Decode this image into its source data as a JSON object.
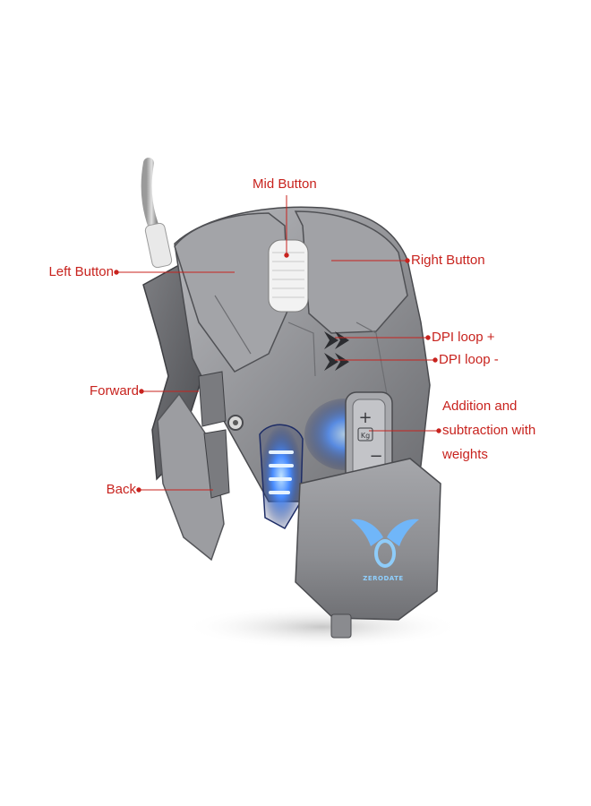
{
  "callouts": {
    "mid_button": "Mid Button",
    "left_button": "Left Button",
    "right_button": "Right Button",
    "dpi_loop_plus": "DPI loop +",
    "dpi_loop_minus": "DPI loop -",
    "forward": "Forward",
    "addition_line1": "Addition and",
    "addition_line2": "subtraction with",
    "addition_line3": "weights",
    "back": "Back"
  },
  "mouse_markings": {
    "plus_sign": "+",
    "weight_badge": "Kg",
    "minus_sign": "−",
    "brand": "ZERODATE"
  },
  "colors": {
    "callout": "#c8231e",
    "body_metal": "#8a8b8f",
    "led_glow": "#3d7dff"
  }
}
